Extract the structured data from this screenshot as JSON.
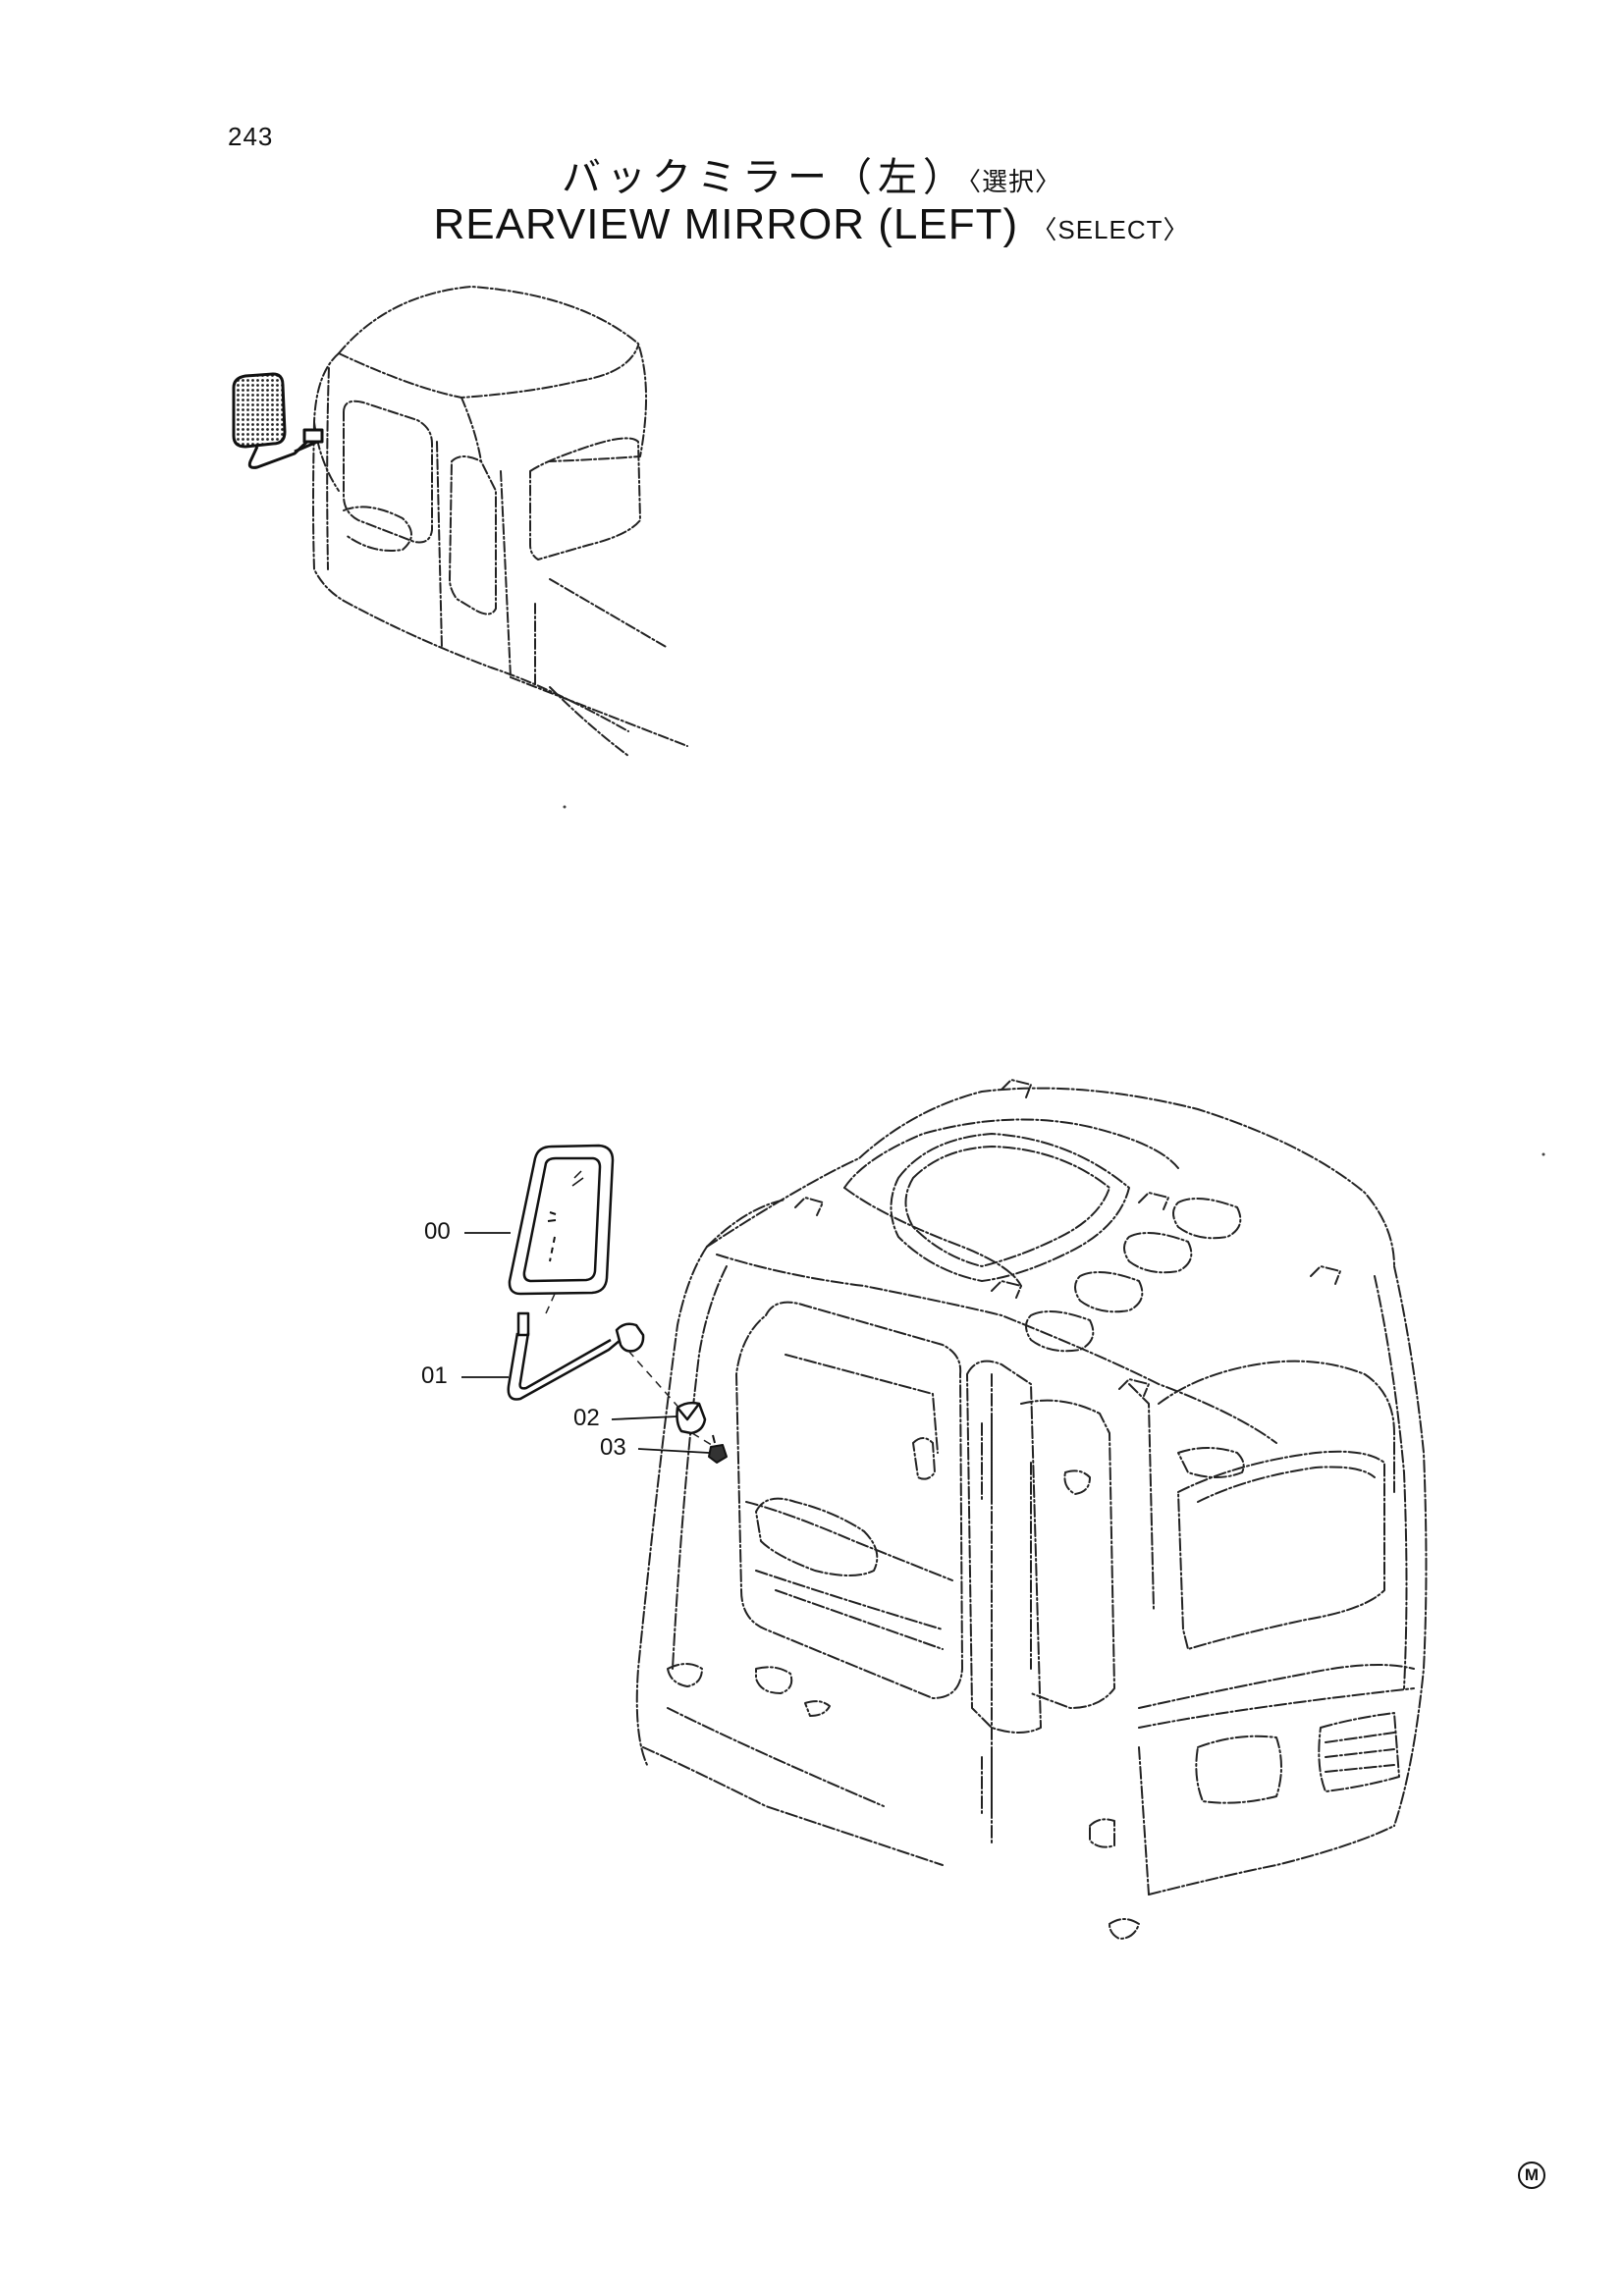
{
  "page_number": "243",
  "title": {
    "jp": "バックミラー（左）",
    "jp_tag": "〈選択〉",
    "en": "REARVIEW MIRROR (LEFT)",
    "en_tag": "〈SELECT〉"
  },
  "callouts": [
    {
      "label": "00",
      "part": "mirror"
    },
    {
      "label": "01",
      "part": "stay"
    },
    {
      "label": "02",
      "part": "bracket"
    },
    {
      "label": "03",
      "part": "bolt"
    }
  ],
  "footer_mark": "M"
}
